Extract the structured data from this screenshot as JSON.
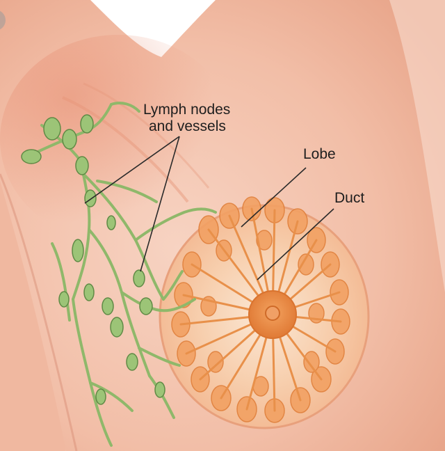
{
  "labels": {
    "lymph_line1": "Lymph nodes",
    "lymph_line2": "and vessels",
    "lobe": "Lobe",
    "duct": "Duct"
  },
  "colors": {
    "skin": "#f4c7b3",
    "skin_shadow": "#e89a7e",
    "gland": "#f4a26e",
    "lobule": "#e7883e",
    "lymph": "#8fb86a",
    "lymph_dark": "#5f8a45",
    "nipple": "#e8823c",
    "leader_line": "#2a2a2a"
  },
  "icons": {
    "left_edge": "scroll-indicator-icon"
  }
}
